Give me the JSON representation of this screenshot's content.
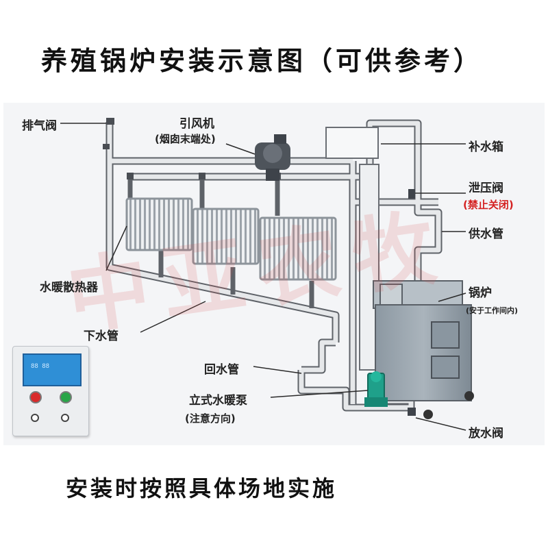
{
  "title": "养殖锅炉安装示意图（可供参考）",
  "footer": "安装时按照具体场地实施",
  "watermark": "中亚农牧",
  "labels": {
    "exhaust_valve": "排气阀",
    "induced_fan": "引风机",
    "induced_fan_note": "(烟囱末端处)",
    "makeup_tank": "补水箱",
    "relief_valve": "泄压阀",
    "relief_valve_note": "(禁止关闭)",
    "supply_pipe": "供水管",
    "radiator": "水暖散热器",
    "boiler": "锅炉",
    "boiler_note": "(安于工作间内)",
    "down_pipe": "下水管",
    "return_pipe": "回水管",
    "pump": "立式水暖泵",
    "pump_note": "(注意方向)",
    "drain_valve": "放水阀"
  },
  "controller": {
    "display": "88 88"
  },
  "colors": {
    "pipe": "#e6e8ea",
    "pipe_edge": "#5e6268",
    "boiler_body": "#9aa5ae",
    "pump": "#1fa08a",
    "warning": "#d42020"
  }
}
